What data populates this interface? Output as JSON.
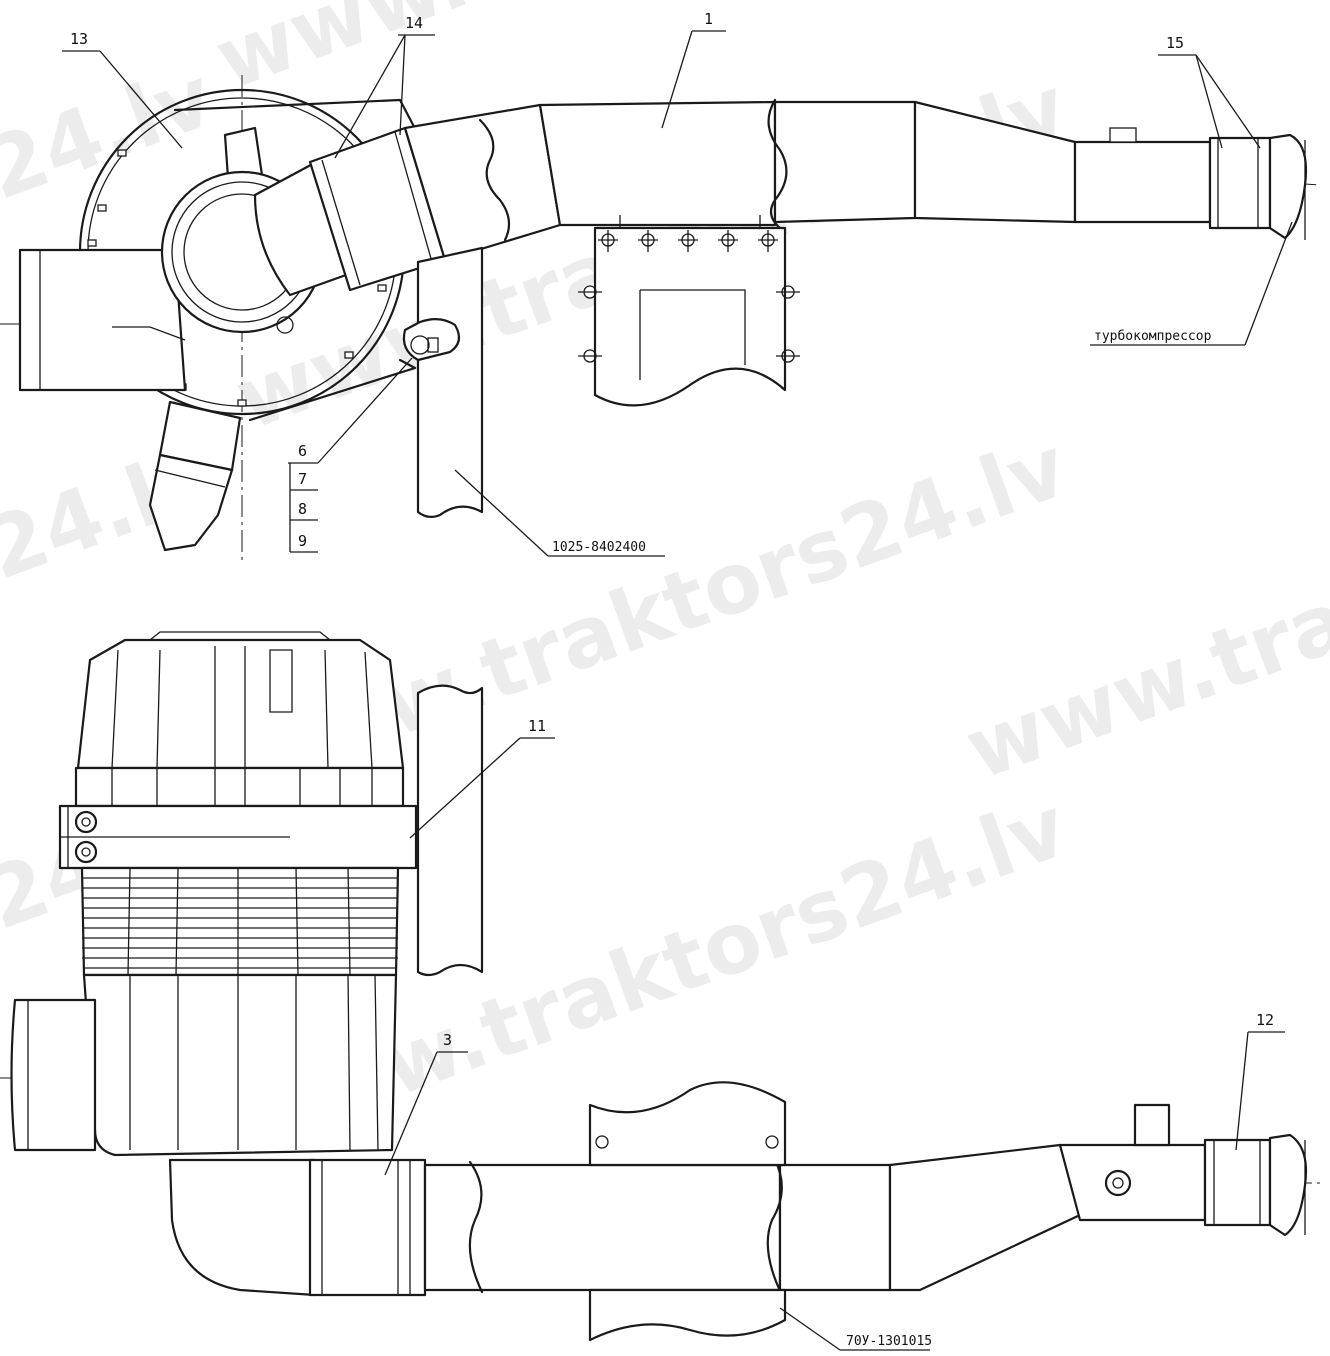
{
  "callouts": {
    "c1": "1",
    "c3": "3",
    "c6": "6",
    "c7": "7",
    "c8": "8",
    "c9": "9",
    "c11": "11",
    "c12": "12",
    "c13": "13",
    "c14": "14",
    "c15": "15"
  },
  "annotations": {
    "turbo": "турбокомпрессор",
    "part_top": "1025-8402400",
    "part_bottom": "70У-1301015"
  },
  "watermark": {
    "text1": "www.traktors24.lv",
    "text2": "www.traktors24.lv",
    "text3": "www.traktors24.lv",
    "text4": "www.traktors24.lv",
    "text5": "24.lv",
    "text6": "24.lv",
    "text7": "24.lv",
    "text8": "www.tra"
  }
}
